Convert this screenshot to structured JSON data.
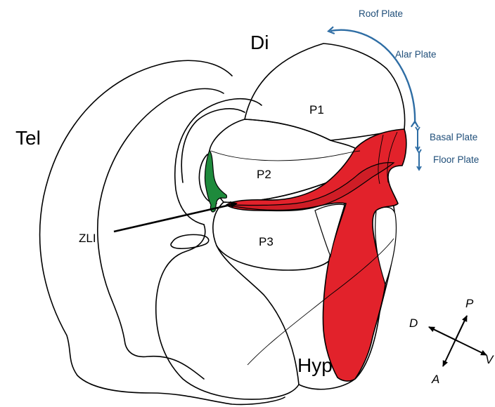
{
  "labels": {
    "di": "Di",
    "tel": "Tel",
    "zli": "ZLI",
    "p1": "P1",
    "p2": "P2",
    "p3": "P3",
    "hyp": "Hyp"
  },
  "plates": {
    "roof": "Roof Plate",
    "alar": "Alar Plate",
    "basal": "Basal Plate",
    "floor": "Floor Plate"
  },
  "compass": {
    "p": "P",
    "d": "D",
    "a": "A",
    "v": "V"
  },
  "colors": {
    "red": "#e2222b",
    "green": "#1e8a3c",
    "blue": "#2e6da4",
    "label_blue": "#1f4e79"
  }
}
